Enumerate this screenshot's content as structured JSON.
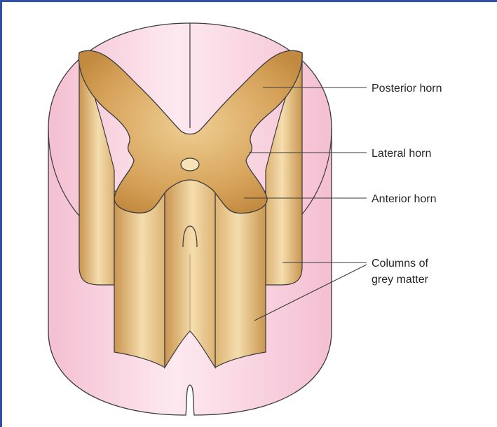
{
  "diagram": {
    "labels": {
      "posterior_horn": "Posterior horn",
      "lateral_horn": "Lateral horn",
      "anterior_horn": "Anterior horn",
      "columns_line1": "Columns of",
      "columns_line2": "grey matter"
    },
    "colors": {
      "frame_border": "#2f52a8",
      "white_matter": "#f6c9d8",
      "white_matter_light": "#fce8ef",
      "grey_matter_dark": "#c08a42",
      "grey_matter_light": "#f6dfb0",
      "outline": "#3a3a3a",
      "label_text": "#262626"
    }
  }
}
